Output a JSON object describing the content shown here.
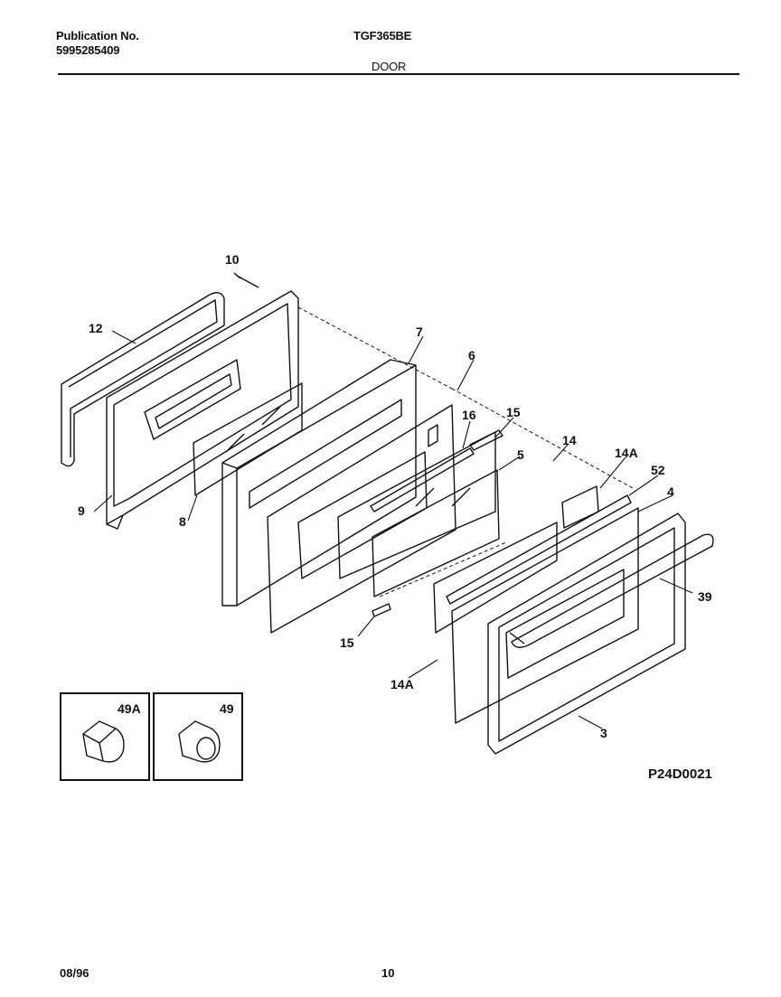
{
  "header": {
    "publication_label": "Publication No.",
    "publication_number": "5995285409",
    "model": "TGF365BE",
    "section": "DOOR"
  },
  "footer": {
    "date": "08/96",
    "page": "10"
  },
  "figure_code": "P24D0021",
  "callouts": {
    "c10": "10",
    "c12": "12",
    "c9": "9",
    "c8": "8",
    "c7": "7",
    "c6": "6",
    "c16": "16",
    "c15_top": "15",
    "c5": "5",
    "c14": "14",
    "c14a_top": "14A",
    "c52": "52",
    "c4": "4",
    "c39": "39",
    "c15_bot": "15",
    "c14a_bot": "14A",
    "c3": "3"
  },
  "insets": {
    "left_label": "49A",
    "right_label": "49"
  }
}
